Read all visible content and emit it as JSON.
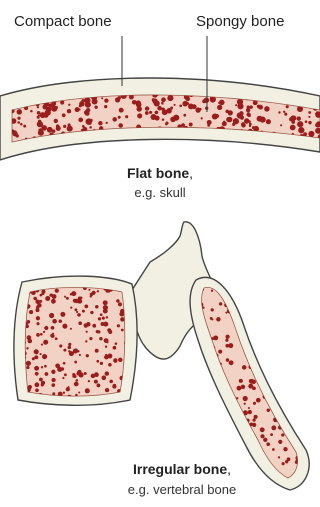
{
  "labels": {
    "compact": "Compact bone",
    "spongy": "Spongy bone"
  },
  "flat": {
    "name": "Flat bone",
    "suffix": ",",
    "example": "e.g. skull"
  },
  "irregular": {
    "name": "Irregular bone",
    "suffix": ",",
    "example": "e.g. vertebral bone"
  },
  "colors": {
    "compact": "#f1f0e2",
    "spongy": "#f2d2c4",
    "dots": "#9b1c1c",
    "outline": "#444444"
  }
}
